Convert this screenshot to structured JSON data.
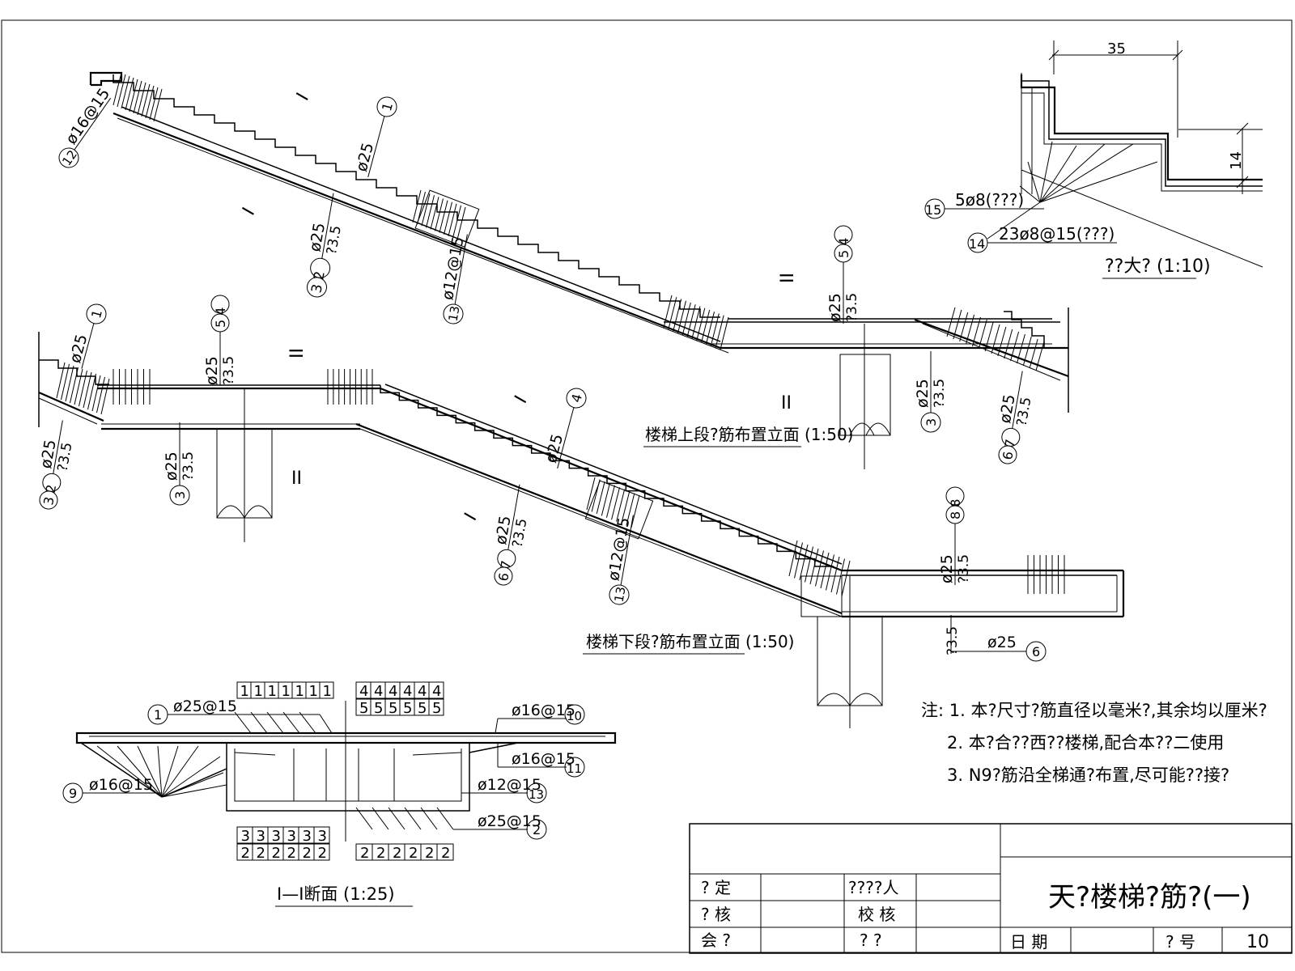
{
  "detail_view": {
    "dim_width": "35",
    "dim_height": "14",
    "callout_15_num": "15",
    "callout_15_text": "5ø8(???)",
    "callout_14_num": "14",
    "callout_14_text": "23ø8@15(???)",
    "title": "??大? (1:10)"
  },
  "upper_flight": {
    "label_12_num": "12",
    "label_12_text": "ø16@15",
    "label_1_num": "1",
    "label_1_text": "ø25",
    "label_32_nums": "3 2",
    "label_32_text": "ø25",
    "label_32_sub": "?3.5",
    "label_13_num": "13",
    "label_13_text": "ø12@15",
    "label_54_nums": "5 4",
    "label_54_text": "ø25",
    "label_54_sub": "?3.5",
    "label_3_num": "3",
    "label_3_text": "ø25",
    "label_3_sub": "?3.5",
    "label_67_nums": "6 7",
    "label_67_text": "ø25",
    "label_67_sub": "?3.5",
    "section_mark_1": "I",
    "section_mark_2": "II",
    "title": "楼梯上段?筋布置立面 (1:50)"
  },
  "lower_flight": {
    "label_1_num": "1",
    "label_1_text": "ø25",
    "label_54_nums": "5 4",
    "label_54_text": "ø25",
    "label_54_sub": "?3.5",
    "label_32_nums": "3 2",
    "label_32_text": "ø25",
    "label_32_sub": "?3.5",
    "label_3_num": "3",
    "label_3_text": "ø25",
    "label_3_sub": "?3.5",
    "label_4_num": "4",
    "label_4_text": "ø25",
    "label_67_nums": "6 7",
    "label_67_text": "ø25",
    "label_67_sub": "?3.5",
    "label_13_num": "13",
    "label_13_text": "ø12@15",
    "label_88_nums": "8 8",
    "label_88_text": "ø25",
    "label_88_sub": "?3.5",
    "label_bottom_sub": "?3.5",
    "label_6_num": "6",
    "label_6_text": "ø25",
    "title": "楼梯下段?筋布置立面 (1:50)"
  },
  "section": {
    "top_left_digits": [
      "1",
      "1",
      "1",
      "1",
      "1",
      "1",
      "1"
    ],
    "top_right_row1": [
      "4",
      "4",
      "4",
      "4",
      "4",
      "4"
    ],
    "top_right_row2": [
      "5",
      "5",
      "5",
      "5",
      "5",
      "5"
    ],
    "bottom_left_row1": [
      "3",
      "3",
      "3",
      "3",
      "3",
      "3"
    ],
    "bottom_left_row2": [
      "2",
      "2",
      "2",
      "2",
      "2",
      "2"
    ],
    "bottom_right_row": [
      "2",
      "2",
      "2",
      "2",
      "2",
      "2"
    ],
    "label_1_num": "1",
    "label_1_text": "ø25@15",
    "label_10_num": "10",
    "label_10_text": "ø16@15",
    "label_11_num": "11",
    "label_11_text": "ø16@15",
    "label_9_num": "9",
    "label_9_text": "ø16@15",
    "label_13_num": "13",
    "label_13_text": "ø12@15",
    "label_2_num": "2",
    "label_2_text": "ø25@15",
    "title": "I—I断面 (1:25)"
  },
  "notes": {
    "line1": "注: 1. 本?尺寸?筋直径以毫米?,其余均以厘米?",
    "line2": "2. 本?合??西??楼梯,配合本??二使用",
    "line3": "3. N9?筋沿全梯通?布置,尽可能??接?"
  },
  "title_block": {
    "r1c1": "?  定",
    "r1c2": "????人",
    "r2c1": "?  核",
    "r2c2": "校  核",
    "r3c1": "会  ?",
    "r3c2": "?  ?",
    "drawing_title": "天?楼梯?筋?(一)",
    "date_label": "日  期",
    "number_label": "?  号",
    "number_value": "10"
  }
}
